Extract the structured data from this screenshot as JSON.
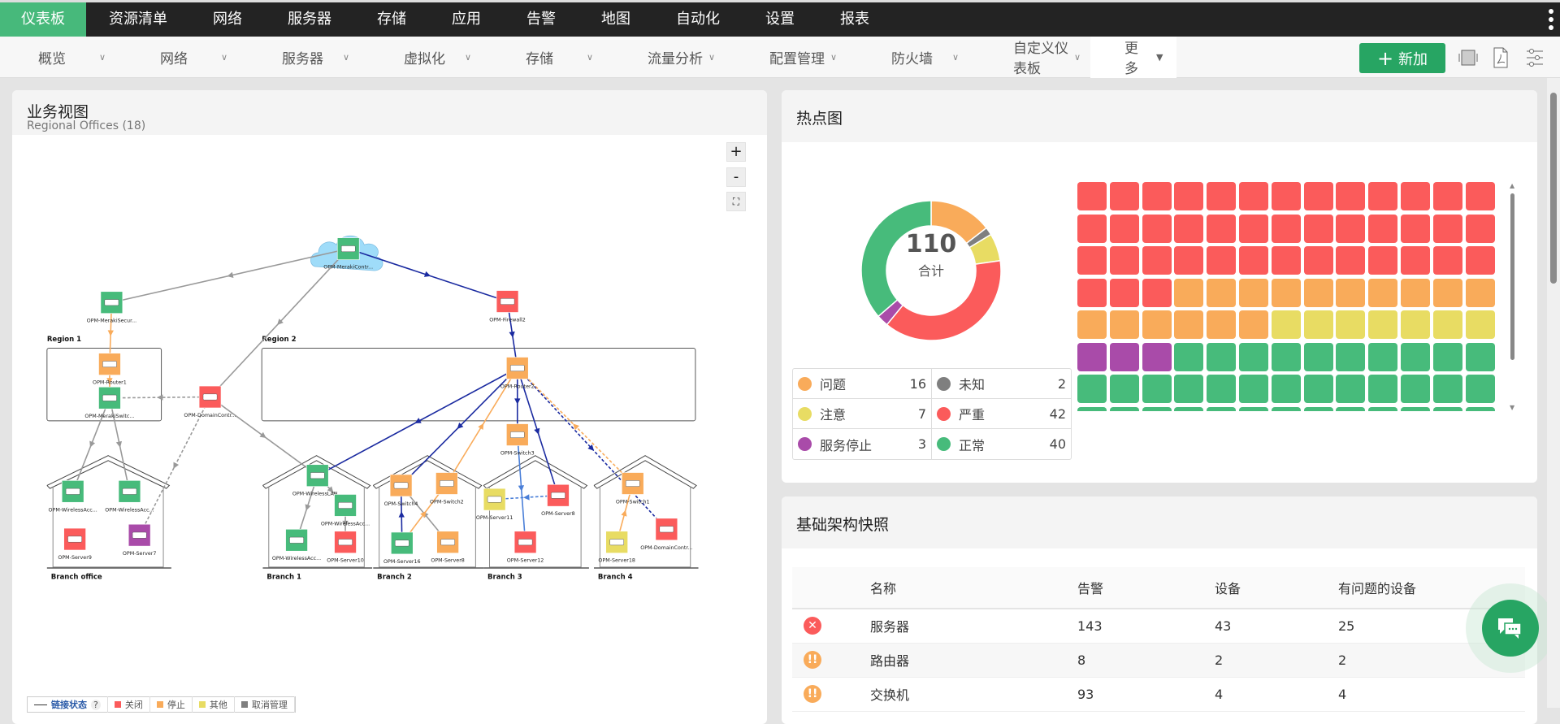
{
  "topnav": {
    "items": [
      "仪表板",
      "资源清单",
      "网络",
      "服务器",
      "存储",
      "应用",
      "告警",
      "地图",
      "自动化",
      "设置",
      "报表"
    ],
    "active": "仪表板"
  },
  "subnav": {
    "items": [
      "概览",
      "网络",
      "服务器",
      "虚拟化",
      "存储",
      "流量分析",
      "配置管理",
      "防火墙",
      "自定义仪表板"
    ],
    "more": "更多",
    "add_label": "新加"
  },
  "business_view": {
    "title": "业务视图",
    "subtitle": "Regional Offices (18)",
    "zoom_in": "+",
    "zoom_out": "-",
    "groups": [
      "Region 1",
      "Region 2",
      "Branch office",
      "Branch 1",
      "Branch 2",
      "Branch 3",
      "Branch 4"
    ],
    "nodes": [
      {
        "label": "OPM-MerakiContr...",
        "status": "clear"
      },
      {
        "label": "OPM-MerakiSecur...",
        "status": "clear"
      },
      {
        "label": "OPM-Firewall2",
        "status": "critical"
      },
      {
        "label": "OPM-Router1",
        "status": "trouble"
      },
      {
        "label": "OPM-MerakiSwitc...",
        "status": "clear"
      },
      {
        "label": "OPM-DomainContr...",
        "status": "critical"
      },
      {
        "label": "OPM-Router2",
        "status": "trouble"
      },
      {
        "label": "OPM-Switch3",
        "status": "trouble"
      },
      {
        "label": "OPM-WirelessAcc...",
        "status": "clear"
      },
      {
        "label": "OPM-WirelessAcc...",
        "status": "clear"
      },
      {
        "label": "OPM-Server9",
        "status": "critical"
      },
      {
        "label": "OPM-Server7",
        "status": "down"
      },
      {
        "label": "OPM-WirelessLAN...",
        "status": "clear"
      },
      {
        "label": "OPM-WirelessAcc...",
        "status": "clear"
      },
      {
        "label": "OPM-WirelessAcc...",
        "status": "clear"
      },
      {
        "label": "OPM-Server10",
        "status": "critical"
      },
      {
        "label": "OPM-Switch4",
        "status": "trouble"
      },
      {
        "label": "OPM-Switch2",
        "status": "trouble"
      },
      {
        "label": "OPM-Server16",
        "status": "clear"
      },
      {
        "label": "OPM-Server8",
        "status": "trouble"
      },
      {
        "label": "OPM-Server11",
        "status": "attention"
      },
      {
        "label": "OPM-Server8",
        "status": "critical"
      },
      {
        "label": "OPM-Server12",
        "status": "critical"
      },
      {
        "label": "OPM-Switch1",
        "status": "trouble"
      },
      {
        "label": "OPM-Server18",
        "status": "attention"
      },
      {
        "label": "OPM-DomainContr...",
        "status": "critical"
      }
    ],
    "legend": {
      "link_status": "链接状态",
      "help": "?",
      "items": [
        {
          "label": "关闭",
          "color": "#fb5b5b"
        },
        {
          "label": "停止",
          "color": "#f9ab5a"
        },
        {
          "label": "其他",
          "color": "#e8dc63"
        },
        {
          "label": "取消管理",
          "color": "#7f7f7f"
        }
      ]
    }
  },
  "heatmap": {
    "title": "热点图",
    "total": "110",
    "total_label": "合计",
    "legend": [
      {
        "label": "问题",
        "count": 16,
        "color": "#f9ab5a"
      },
      {
        "label": "未知",
        "count": 2,
        "color": "#7f7f7f"
      },
      {
        "label": "注意",
        "count": 7,
        "color": "#e8dc63"
      },
      {
        "label": "严重",
        "count": 42,
        "color": "#fb5b5b"
      },
      {
        "label": "服务停止",
        "count": 3,
        "color": "#a94ba9"
      },
      {
        "label": "正常",
        "count": 40,
        "color": "#47bb7b"
      }
    ],
    "grid_order": [
      "严重",
      "问题",
      "注意",
      "服务停止",
      "正常",
      "未知"
    ]
  },
  "snapshot": {
    "title": "基础架构快照",
    "columns": [
      "名称",
      "告警",
      "设备",
      "有问题的设备"
    ],
    "rows": [
      {
        "status": "critical",
        "name": "服务器",
        "alarms": "143",
        "devices": "43",
        "problem_devices": "25"
      },
      {
        "status": "trouble",
        "name": "路由器",
        "alarms": "8",
        "devices": "2",
        "problem_devices": "2"
      },
      {
        "status": "trouble",
        "name": "交换机",
        "alarms": "93",
        "devices": "4",
        "problem_devices": "4"
      }
    ]
  },
  "status_colors": {
    "clear": "#47bb7b",
    "trouble": "#f9ab5a",
    "critical": "#fb5b5b",
    "attention": "#e8dc63",
    "down": "#a94ba9"
  },
  "accent": "#47b97b"
}
